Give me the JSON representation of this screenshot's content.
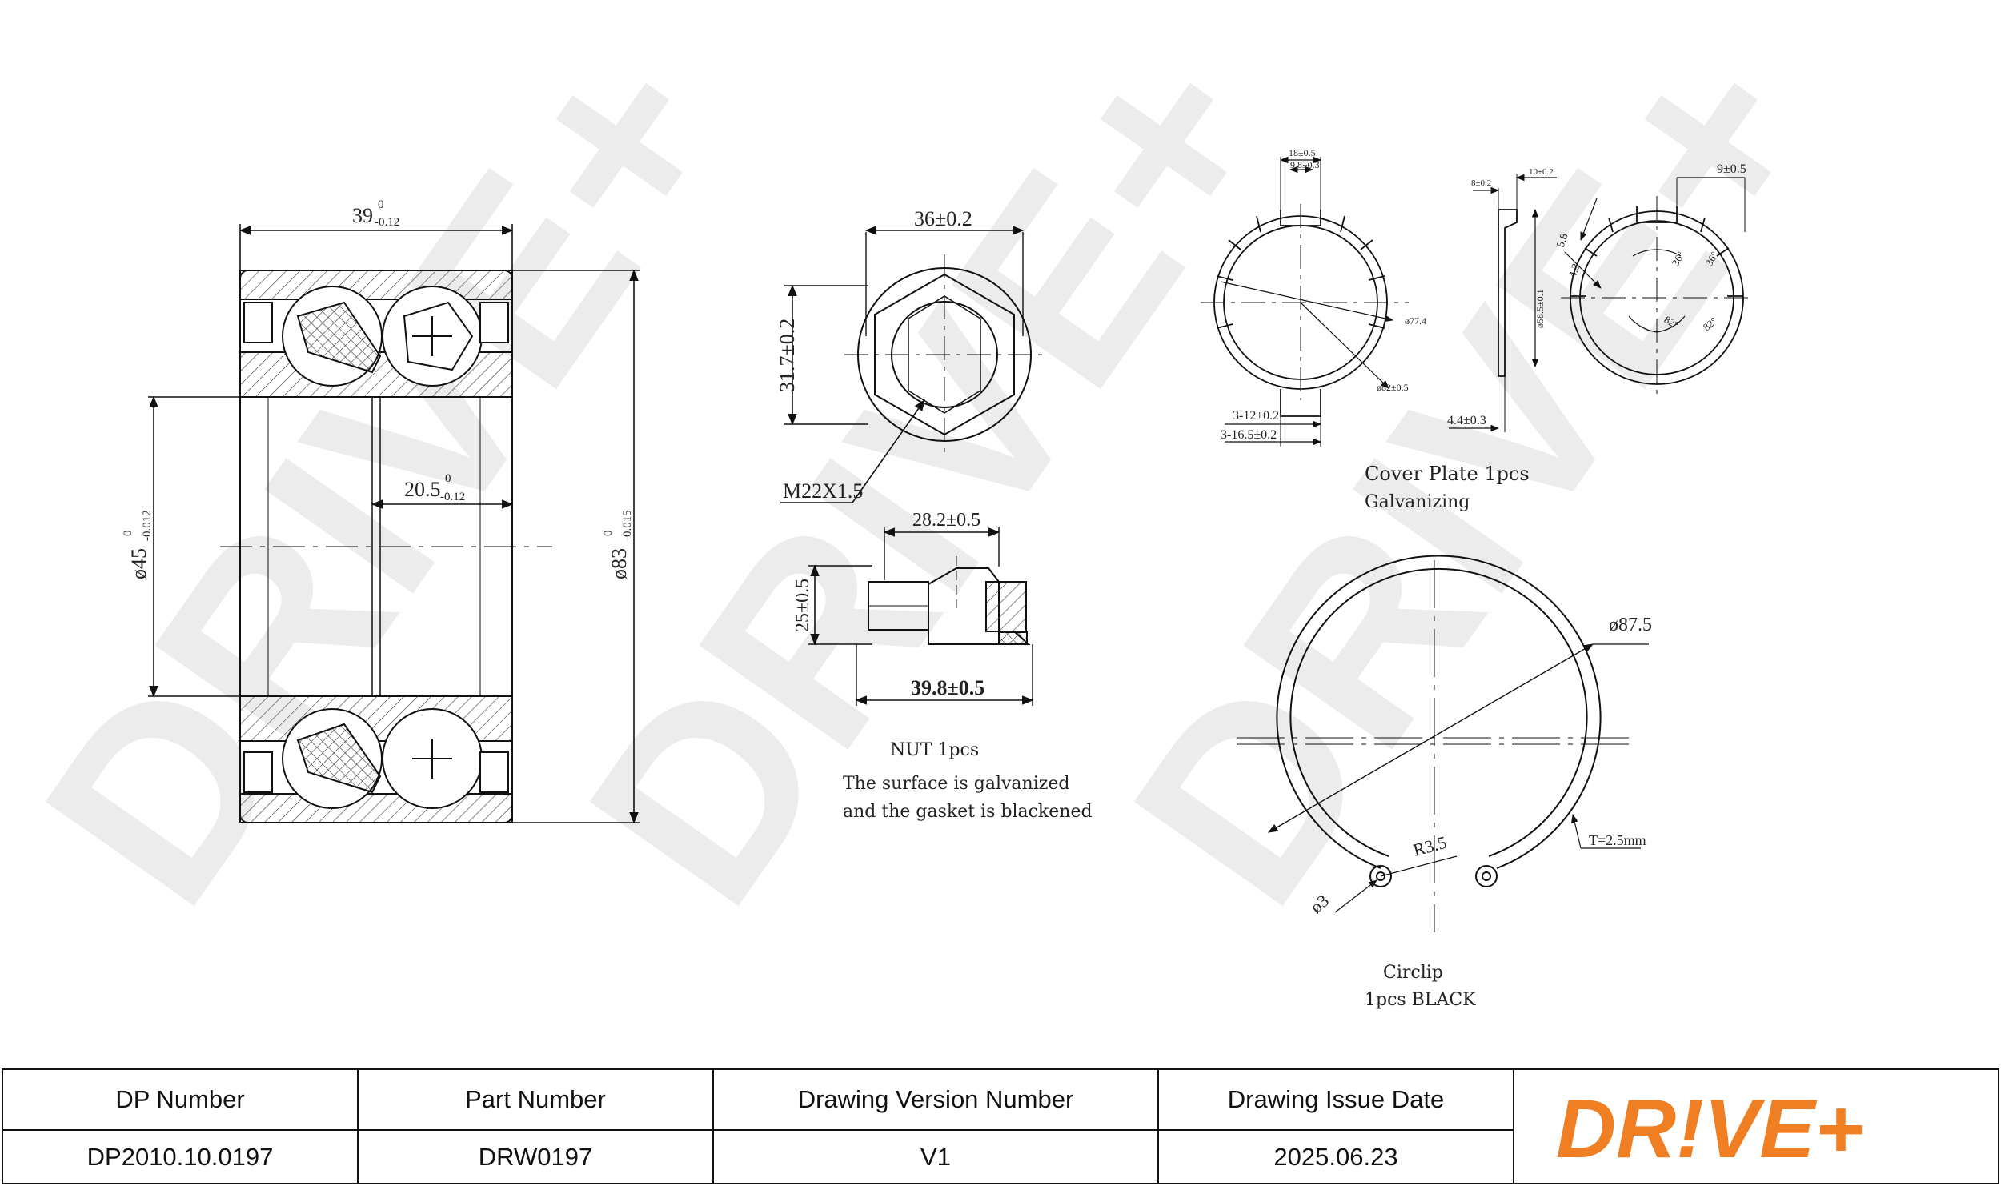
{
  "watermark": {
    "text": "DRIVE+",
    "color": "#e2e2e2"
  },
  "brand": {
    "logo_text": "DR!VE+",
    "color": "#f07f24"
  },
  "bearing": {
    "width_dim": "39",
    "width_tol_upper": "0",
    "width_tol_lower": "-0.12",
    "inner_dim": "20.5",
    "inner_tol_upper": "0",
    "inner_tol_lower": "-0.12",
    "bore_dim": "ø45",
    "bore_tol_upper": "0",
    "bore_tol_lower": "-0.012",
    "outer_dim": "ø83",
    "outer_tol_upper": "0",
    "outer_tol_lower": "-0.015"
  },
  "nut": {
    "across_flats": "36±0.2",
    "height_front": "31.7±0.2",
    "thread": "M22X1.5",
    "top_width": "28.2±0.5",
    "height_side": "25±0.5",
    "bottom_width": "39.8±0.5",
    "label": "NUT 1pcs",
    "note_line1": "The surface is galvanized",
    "note_line2": "and the gasket is blackened"
  },
  "cover_plate": {
    "dim_18": "18±0.5",
    "dim_9_8": "9.8±0.3",
    "dim_77_4": "ø77.4",
    "dim_82": "ø82±0.5",
    "dim_3_12": "3-12±0.2",
    "dim_3_16_5": "3-16.5±0.2",
    "dim_8": "8±0.2",
    "dim_10": "10±0.2",
    "dim_58": "ø58.5±0.1",
    "dim_4_4": "4.4±0.3",
    "dim_9": "9±0.5",
    "dim_5_8": "5.8",
    "dim_4_3": "4.3",
    "ang_36a": "36°",
    "ang_36b": "36°",
    "ang_82a": "82°",
    "ang_82b": "82°",
    "label": "Cover Plate 1pcs",
    "note": "Galvanizing"
  },
  "circlip": {
    "diameter": "ø87.5",
    "radius": "R3.5",
    "hole": "ø3",
    "thickness": "T=2.5mm",
    "label": "Circlip",
    "note": "1pcs  BLACK"
  },
  "title_block": {
    "dp_number_label": "DP Number",
    "part_number_label": "Part Number",
    "version_label": "Drawing Version Number",
    "issue_date_label": "Drawing Issue Date",
    "dp_number": "DP2010.10.0197",
    "part_number": "DRW0197",
    "version": "V1",
    "issue_date": "2025.06.23"
  }
}
